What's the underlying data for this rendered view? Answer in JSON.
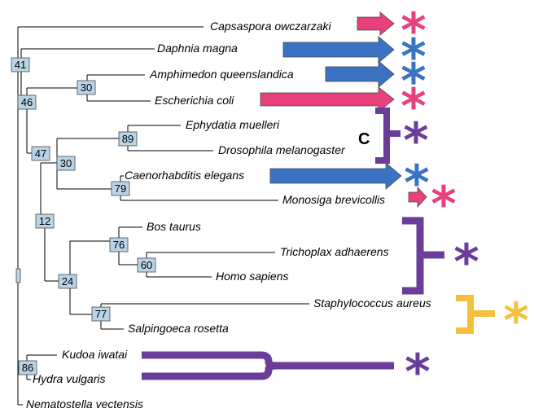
{
  "colors": {
    "pink": "#E8407C",
    "blue": "#3A72C4",
    "purple": "#6A3D9A",
    "yellow": "#F4BF3A",
    "node_box_fill": "#B9D4E6",
    "node_box_stroke": "#4A4A4A"
  },
  "taxa": {
    "capsaspora": "Capsaspora owczarzaki",
    "daphnia": "Daphnia magna",
    "amphimedon": "Amphimedon queenslandica",
    "ecoli": "Escherichia coli",
    "ephydatia": "Ephydatia muelleri",
    "drosophila": "Drosophila melanogaster",
    "caenorhabditis": "Caenorhabditis elegans",
    "monosiga": "Monosiga brevicollis",
    "bos": "Bos taurus",
    "trichoplax": "Trichoplax adhaerens",
    "homo": "Homo sapiens",
    "staphylococcus": "Staphylococcus aureus",
    "salpingoeca": "Salpingoeca rosetta",
    "kudoa": "Kudoa iwatai",
    "hydra": "Hydra vulgaris",
    "nematostella": "Nematostella vectensis"
  },
  "nodes": {
    "n41": "41",
    "n46": "46",
    "n30a": "30",
    "n47": "47",
    "n89": "89",
    "n30b": "30",
    "n79": "79",
    "n12": "12",
    "n76": "76",
    "n60": "60",
    "n24": "24",
    "n77": "77",
    "n86": "86"
  },
  "annotations": {
    "asterisk": "*",
    "clade_letter": "C"
  },
  "markers": {
    "capsaspora": {
      "arrow_color": "pink",
      "asterisk_color": "pink"
    },
    "daphnia": {
      "arrow_color": "blue",
      "asterisk_color": "blue"
    },
    "amphimedon": {
      "arrow_color": "blue",
      "asterisk_color": "blue"
    },
    "ecoli": {
      "arrow_color": "pink",
      "asterisk_color": "pink"
    },
    "ephydatia_drosophila": {
      "bracket_color": "purple",
      "asterisk_color": "purple"
    },
    "caenorhabditis": {
      "arrow_color": "blue",
      "asterisk_color": "blue"
    },
    "monosiga": {
      "arrow_color": "pink",
      "asterisk_color": "pink"
    },
    "bos_trichoplax_homo": {
      "bracket_color": "purple",
      "asterisk_color": "purple"
    },
    "staph_salpingoeca": {
      "bracket_color": "yellow",
      "asterisk_color": "yellow"
    },
    "kudoa_hydra": {
      "bracket_color": "purple",
      "asterisk_color": "purple"
    }
  }
}
